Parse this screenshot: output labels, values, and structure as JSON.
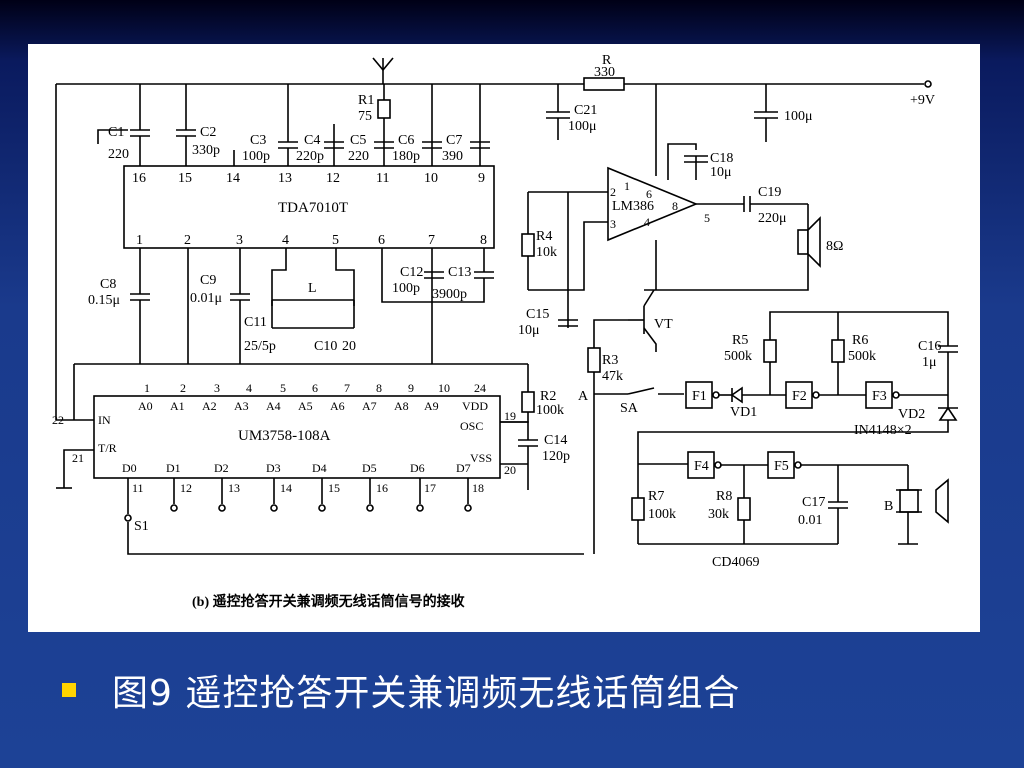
{
  "slide": {
    "caption": "图9  遥控抢答开关兼调频无线话筒组合",
    "bullet_color": "#ffd400",
    "background_color": "#1d4296"
  },
  "diagram": {
    "subcaption": "(b) 遥控抢答开关兼调频无线话筒信号的接收",
    "ic1": {
      "name": "TDA7010T",
      "top_pins": [
        "16",
        "15",
        "14",
        "13",
        "12",
        "11",
        "10",
        "9"
      ],
      "bottom_pins": [
        "1",
        "2",
        "3",
        "4",
        "5",
        "6",
        "7",
        "8"
      ]
    },
    "ic2": {
      "name": "UM3758-108A",
      "top_pins": [
        "1",
        "2",
        "3",
        "4",
        "5",
        "6",
        "7",
        "8",
        "9",
        "10",
        "24"
      ],
      "a_labels": [
        "A0",
        "A1",
        "A2",
        "A3",
        "A4",
        "A5",
        "A6",
        "A7",
        "A8",
        "A9"
      ],
      "d_labels": [
        "D0",
        "D1",
        "D2",
        "D3",
        "D4",
        "D5",
        "D6",
        "D7"
      ],
      "bottom_pins": [
        "11",
        "12",
        "13",
        "14",
        "15",
        "16",
        "17",
        "18"
      ],
      "vdd": "VDD",
      "osc": "OSC",
      "vss": "VSS",
      "in": "IN",
      "tr": "T/R",
      "pin19": "19",
      "pin20": "20",
      "pin21": "21",
      "pin22": "22"
    },
    "amp": {
      "name": "LM386",
      "pins": [
        "1",
        "2",
        "3",
        "4",
        "5",
        "6",
        "8"
      ]
    },
    "components": {
      "C1": "C1",
      "C1v": "220",
      "C2": "C2",
      "C2v": "330p",
      "C3": "C3",
      "C3v": "100p",
      "C4": "C4",
      "C4v": "220p",
      "C5": "C5",
      "C5v": "220",
      "C6": "C6",
      "C6v": "180p",
      "C7": "C7",
      "C7v": "390",
      "R1": "R1",
      "R1v": "75",
      "R": "R",
      "Rv": "330",
      "C21": "C21",
      "C21v": "100μ",
      "C100": "100μ",
      "vplus": "+9V",
      "C18": "C18",
      "C18v": "10μ",
      "C19": "C19",
      "C19v": "220μ",
      "spk": "8Ω",
      "R4": "R4",
      "R4v": "10k",
      "C8": "C8",
      "C8v": "0.15μ",
      "C9": "C9",
      "C9v": "0.01μ",
      "L": "L",
      "C11": "C11",
      "C11v": "25/5p",
      "C10": "C10",
      "C10v": "20",
      "C12": "C12",
      "C12v": "100p",
      "C13": "C13",
      "C13v": "3900p",
      "C15": "C15",
      "C15v": "10μ",
      "VT": "VT",
      "R3": "R3",
      "R3v": "47k",
      "R2": "R2",
      "R2v": "100k",
      "C14": "C14",
      "C14v": "120p",
      "A": "A",
      "SA": "SA",
      "F1": "F1",
      "F2": "F2",
      "F3": "F3",
      "F4": "F4",
      "F5": "F5",
      "VD1": "VD1",
      "VD2": "VD2",
      "diode_note": "IN4148×2",
      "R5": "R5",
      "R5v": "500k",
      "R6": "R6",
      "R6v": "500k",
      "C16": "C16",
      "C16v": "1μ",
      "R7": "R7",
      "R7v": "100k",
      "R8": "R8",
      "R8v": "30k",
      "C17": "C17",
      "C17v": "0.01",
      "B": "B",
      "cd": "CD4069",
      "S1": "S1"
    }
  }
}
